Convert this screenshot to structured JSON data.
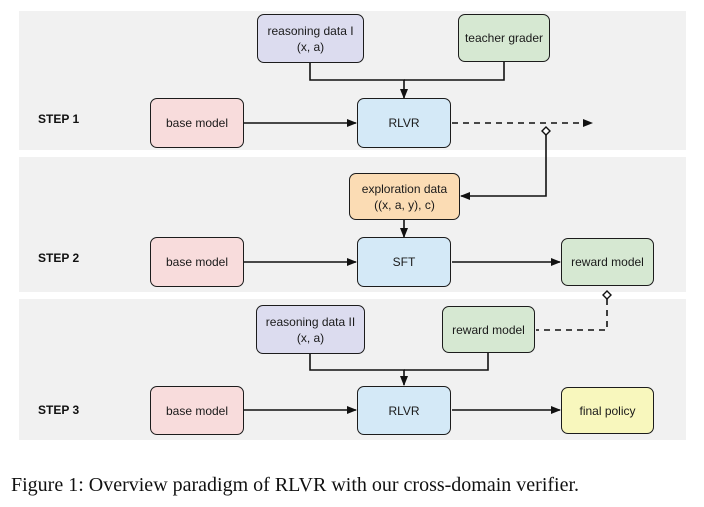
{
  "steps": {
    "step1": {
      "label": "STEP 1",
      "base_model": "base model",
      "reasoning_data": {
        "line1": "reasoning data I",
        "line2": "(x, a)"
      },
      "teacher_grader": "teacher grader",
      "rlvr": "RLVR"
    },
    "step2": {
      "label": "STEP 2",
      "exploration_data": {
        "line1": "exploration data",
        "line2": "((x, a, y), c)"
      },
      "base_model": "base model",
      "sft": "SFT",
      "reward_model": "reward model"
    },
    "step3": {
      "label": "STEP 3",
      "reasoning_data": {
        "line1": "reasoning data II",
        "line2": "(x, a)"
      },
      "reward_model": "reward model",
      "base_model": "base model",
      "rlvr": "RLVR",
      "final_policy": "final policy"
    }
  },
  "caption": "Figure 1: Overview paradigm of RLVR with our cross-domain verifier.",
  "colors": {
    "base_model": "#f8dcdc",
    "method": "#d4e9f7",
    "reasoning_data": "#dcdcef",
    "grader": "#d6e8d2",
    "exploration_data": "#fbdcb4",
    "final_policy": "#f8f7bd",
    "panel": "#f1f1f1"
  }
}
